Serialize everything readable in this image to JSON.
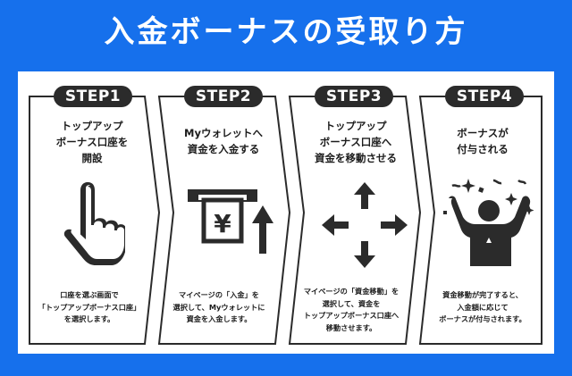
{
  "title": "入金ボーナスの受取り方",
  "colors": {
    "background": "#1670ec",
    "panel": "#ffffff",
    "ink": "#2b2b2b"
  },
  "steps": [
    {
      "badge": "STEP1",
      "title_lines": [
        "トップアップ",
        "ボーナス口座を",
        "開設"
      ],
      "icon": "pointing-hand-icon",
      "desc_lines": [
        "口座を選ぶ画面で",
        "「トップアップボーナス口座」",
        "を選択します。"
      ]
    },
    {
      "badge": "STEP2",
      "title_lines": [
        "Myウォレットへ",
        "資金を入金する"
      ],
      "icon": "yen-deposit-icon",
      "desc_lines": [
        "マイページの「入金」を",
        "選択して、Myウォレットに",
        "資金を入金します。"
      ]
    },
    {
      "badge": "STEP3",
      "title_lines": [
        "トップアップ",
        "ボーナス口座へ",
        "資金を移動させる"
      ],
      "icon": "move-arrows-icon",
      "desc_lines": [
        "マイページの「資金移動」を",
        "選択して、資金を",
        "トップアップボーナス口座へ",
        "移動させます。"
      ]
    },
    {
      "badge": "STEP4",
      "title_lines": [
        "ボーナスが",
        "付与される"
      ],
      "icon": "celebrating-person-icon",
      "desc_lines": [
        "資金移動が完了すると、",
        "入金額に応じて",
        "ボーナスが付与されます。"
      ]
    }
  ]
}
